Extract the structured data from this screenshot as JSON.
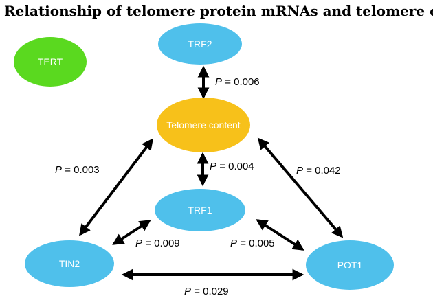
{
  "title": "Relationship of telomere protein mRNAs and telomere content",
  "colors": {
    "green_node": "#5ad91f",
    "blue_node": "#4fc0eb",
    "orange_node": "#f7c11a",
    "arrow": "#000000"
  },
  "nodes": {
    "tert": {
      "label": "TERT",
      "color": "green"
    },
    "trf2": {
      "label": "TRF2",
      "color": "blue"
    },
    "telomere_content": {
      "label": "Telomere content",
      "color": "orange"
    },
    "trf1": {
      "label": "TRF1",
      "color": "blue"
    },
    "tin2": {
      "label": "TIN2",
      "color": "blue"
    },
    "pot1": {
      "label": "POT1",
      "color": "blue"
    }
  },
  "edges": [
    {
      "from": "trf2",
      "to": "telomere_content",
      "p_symbol": "P",
      "p_value": "= 0.006"
    },
    {
      "from": "telomere_content",
      "to": "trf1",
      "p_symbol": "P",
      "p_value": "= 0.004"
    },
    {
      "from": "telomere_content",
      "to": "tin2",
      "p_symbol": "P",
      "p_value": "= 0.003"
    },
    {
      "from": "telomere_content",
      "to": "pot1",
      "p_symbol": "P",
      "p_value": "= 0.042"
    },
    {
      "from": "trf1",
      "to": "tin2",
      "p_symbol": "P",
      "p_value": "= 0.009"
    },
    {
      "from": "trf1",
      "to": "pot1",
      "p_symbol": "P",
      "p_value": "= 0.005"
    },
    {
      "from": "tin2",
      "to": "pot1",
      "p_symbol": "P",
      "p_value": "= 0.029"
    }
  ]
}
